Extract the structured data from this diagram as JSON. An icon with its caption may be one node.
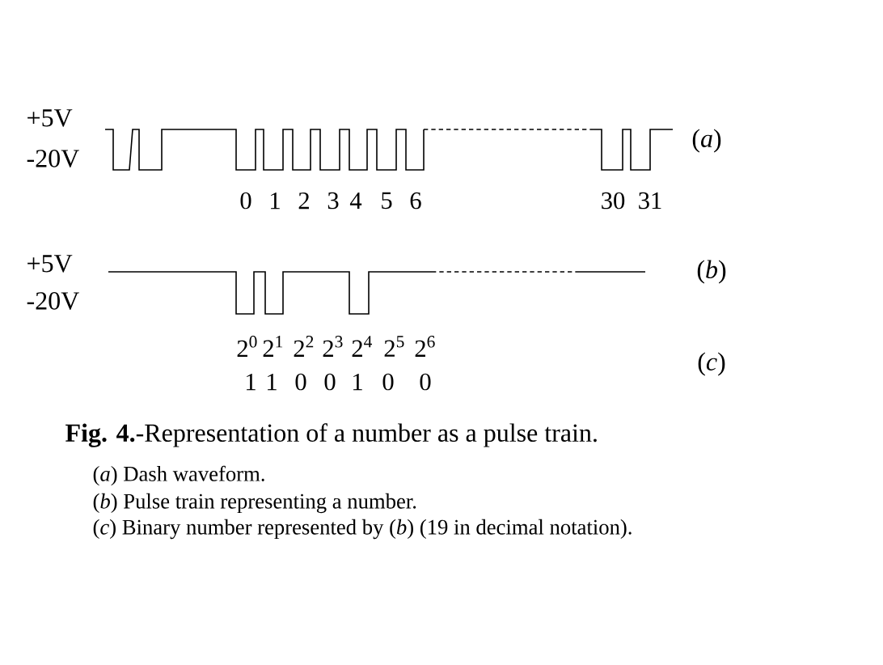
{
  "diagram": {
    "caption": "**Fig. 4.**-Representation of a number as a pulse train.",
    "labels": [
      "+5V",
      "-20V",
      "(*a*)",
      "0",
      "1",
      "2",
      "3",
      "4",
      "5",
      "6",
      "30",
      "31",
      "+5V",
      "-20V",
      "(*b*)",
      "2$^{0}$",
      "2$^{1}$",
      "2$^{2}$",
      "2$^{3}$",
      "2$^{4}$",
      "2$^{5}$",
      "2$^{6}$",
      "(*c*)",
      "1",
      "1",
      "0",
      "0",
      "1",
      "0",
      "0",
      "(*a*) Dash waveform.",
      "(*b*) Pulse train representing a number.",
      "(*c*) Binary number represented by (*b*) (19 in decimal notation)."
    ]
  }
}
